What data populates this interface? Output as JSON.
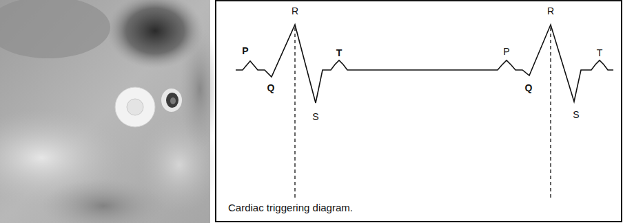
{
  "diagram": {
    "caption": "Cardiac triggering diagram.",
    "labels": [
      "P",
      "Q",
      "R",
      "S",
      "T",
      "P",
      "Q",
      "R",
      "S",
      "T"
    ]
  }
}
